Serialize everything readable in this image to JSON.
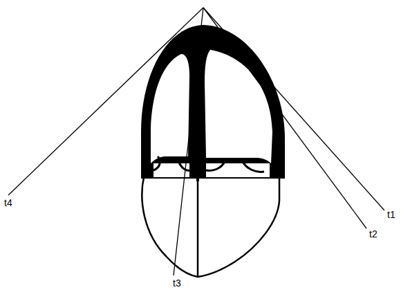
{
  "diagram": {
    "labels": [
      "t4",
      "t1",
      "t2",
      "t3"
    ]
  }
}
